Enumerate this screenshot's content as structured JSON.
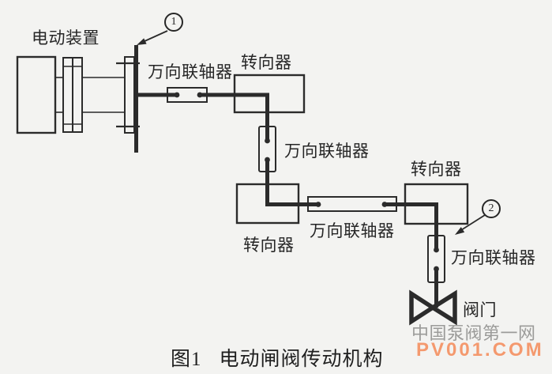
{
  "caption": {
    "fig": "图1",
    "text": "电动闸阀传动机构"
  },
  "labels": {
    "motor": "电动装置",
    "coupling1": "万向联轴器",
    "diverter1": "转向器",
    "coupling2": "万向联轴器",
    "diverter2": "转向器",
    "coupling3": "万向联轴器",
    "diverter3": "转向器",
    "coupling4": "万向联轴器",
    "valve": "阀门"
  },
  "callouts": {
    "c1": "1",
    "c2": "2"
  },
  "watermark": {
    "line1": "中国泵阀第一网",
    "line2": "PV001.COM"
  },
  "colors": {
    "line": "#2b2b2b",
    "background": "#f3f3f1",
    "watermark_gray": "#9b9b99",
    "watermark_orange": "#f4996e"
  }
}
